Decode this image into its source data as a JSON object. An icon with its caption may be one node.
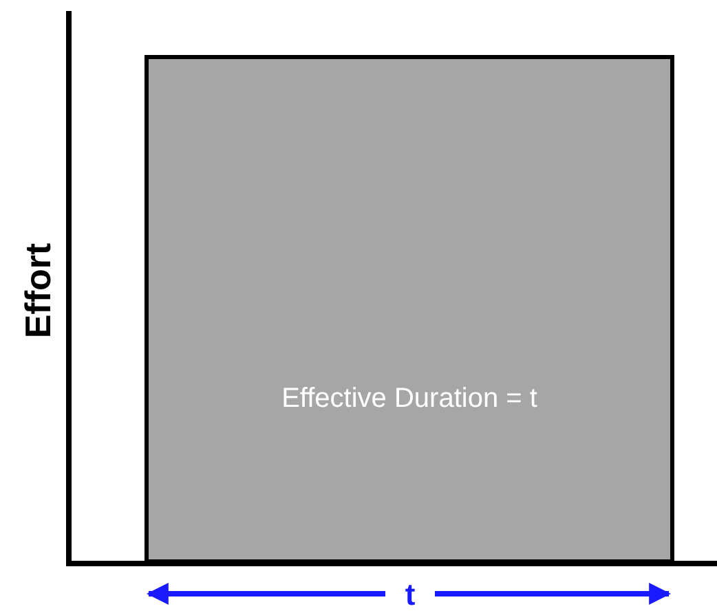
{
  "diagram": {
    "nodes": [
      {
        "text": [
          "Effective Duration = t"
        ]
      }
    ],
    "edges": [],
    "labels": [
      "Effort",
      "t"
    ]
  }
}
